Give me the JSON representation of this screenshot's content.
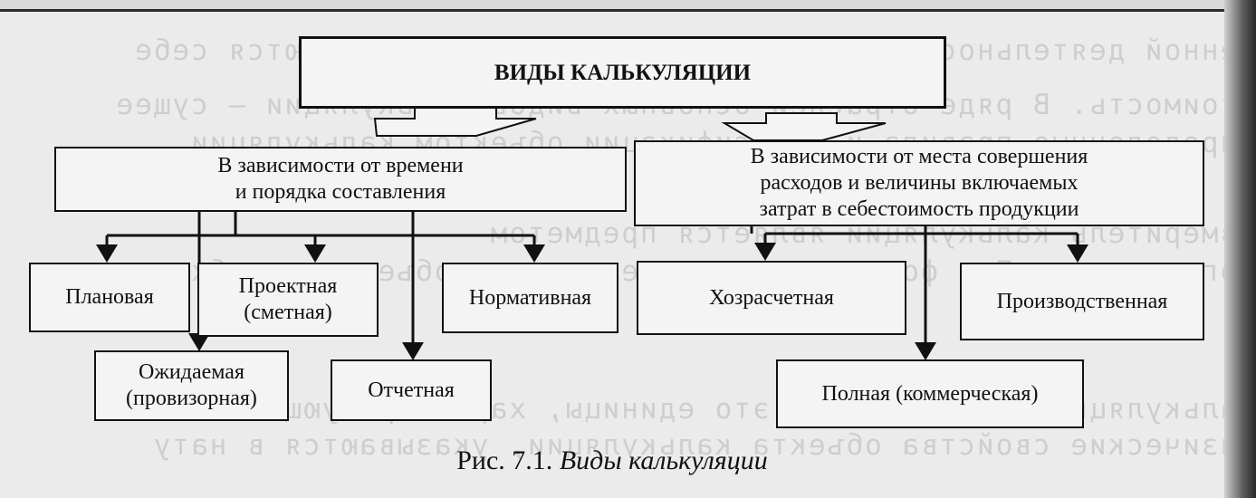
{
  "title": "ВИДЫ КАЛЬКУЛЯЦИИ",
  "left_group": "В зависимости от времени\nи порядка составления",
  "right_group": "В зависимости от места совершения\nрасходов и величины включаемых\nзатрат в себестоимость продукции",
  "left_items": {
    "planned": "Плановая",
    "design": "Проектная\n(сметная)",
    "normative": "Нормативная",
    "expected": "Ожидаемая\n(провизорная)",
    "reporting": "Отчетная"
  },
  "right_items": {
    "selfsupporting": "Хозрасчетная",
    "production": "Производственная",
    "full": "Полная (коммерческая)"
  },
  "caption": {
    "prefix": "Рис. 7.1.",
    "title": "Виды калькуляции"
  }
}
